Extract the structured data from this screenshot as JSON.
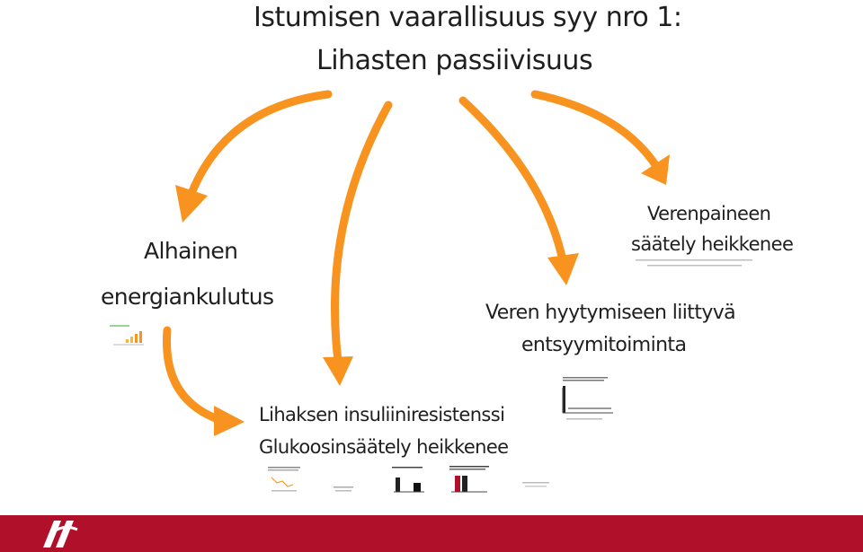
{
  "diagram": {
    "title_line1": "Istumisen vaarallisuus syy nro 1:",
    "title_line2": "Lihasten passiivisuus",
    "nodes": {
      "energy_line1": "Alhainen",
      "energy_line2": "energiankulutus",
      "insulin_line1": "Lihaksen insuliiniresistenssi",
      "insulin_line2": "Glukoosinsäätely heikkenee",
      "clotting_line1": "Veren hyytymiseen liittyvä",
      "clotting_line2": "entsyymitoiminta",
      "bp_line1": "Verenpaineen",
      "bp_line2": "säätely heikkenee"
    },
    "colors": {
      "arrow": "#f7931e",
      "footer": "#b0102a",
      "logo": "#ffffff"
    }
  }
}
